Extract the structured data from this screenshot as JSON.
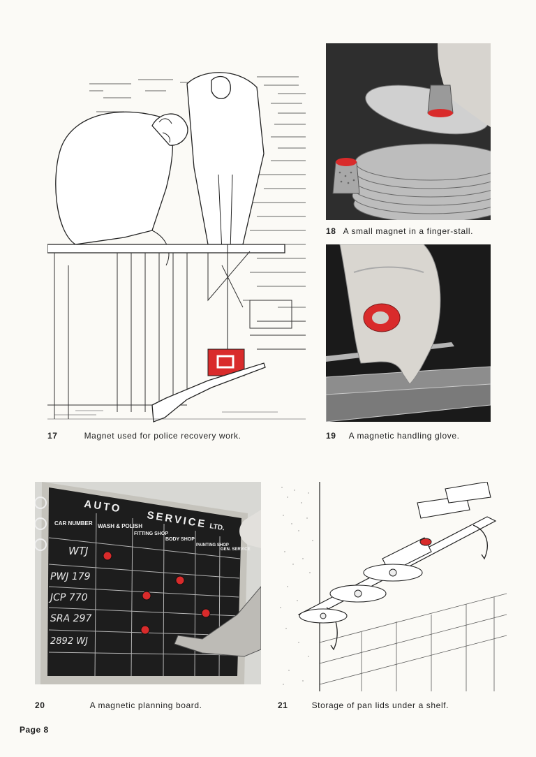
{
  "page": {
    "label": "Page 8"
  },
  "figures": [
    {
      "number": "17",
      "caption": "Magnet used for police recovery work."
    },
    {
      "number": "18",
      "caption": "A small magnet in a finger-stall."
    },
    {
      "number": "19",
      "caption": "A magnetic handling glove."
    },
    {
      "number": "20",
      "caption": "A magnetic planning board."
    },
    {
      "number": "21",
      "caption": "Storage of pan lids under a shelf."
    }
  ],
  "board": {
    "title_left": "AUTO",
    "title_right": "SERVICE",
    "title_suffix": "LTD.",
    "headers": [
      "CAR NUMBER",
      "WASH & POLISH",
      "FITTING SHOP",
      "BODY SHOP",
      "PAINTING SHOP",
      "GEN. SERVICE"
    ],
    "rows": [
      "WTJ",
      "PWJ 179",
      "JCP 770",
      "SRA 297",
      "2892 WJ"
    ]
  },
  "colors": {
    "magnet_red": "#d92b2b",
    "board_black": "#1d1d1d",
    "paper": "#fbfaf6"
  }
}
